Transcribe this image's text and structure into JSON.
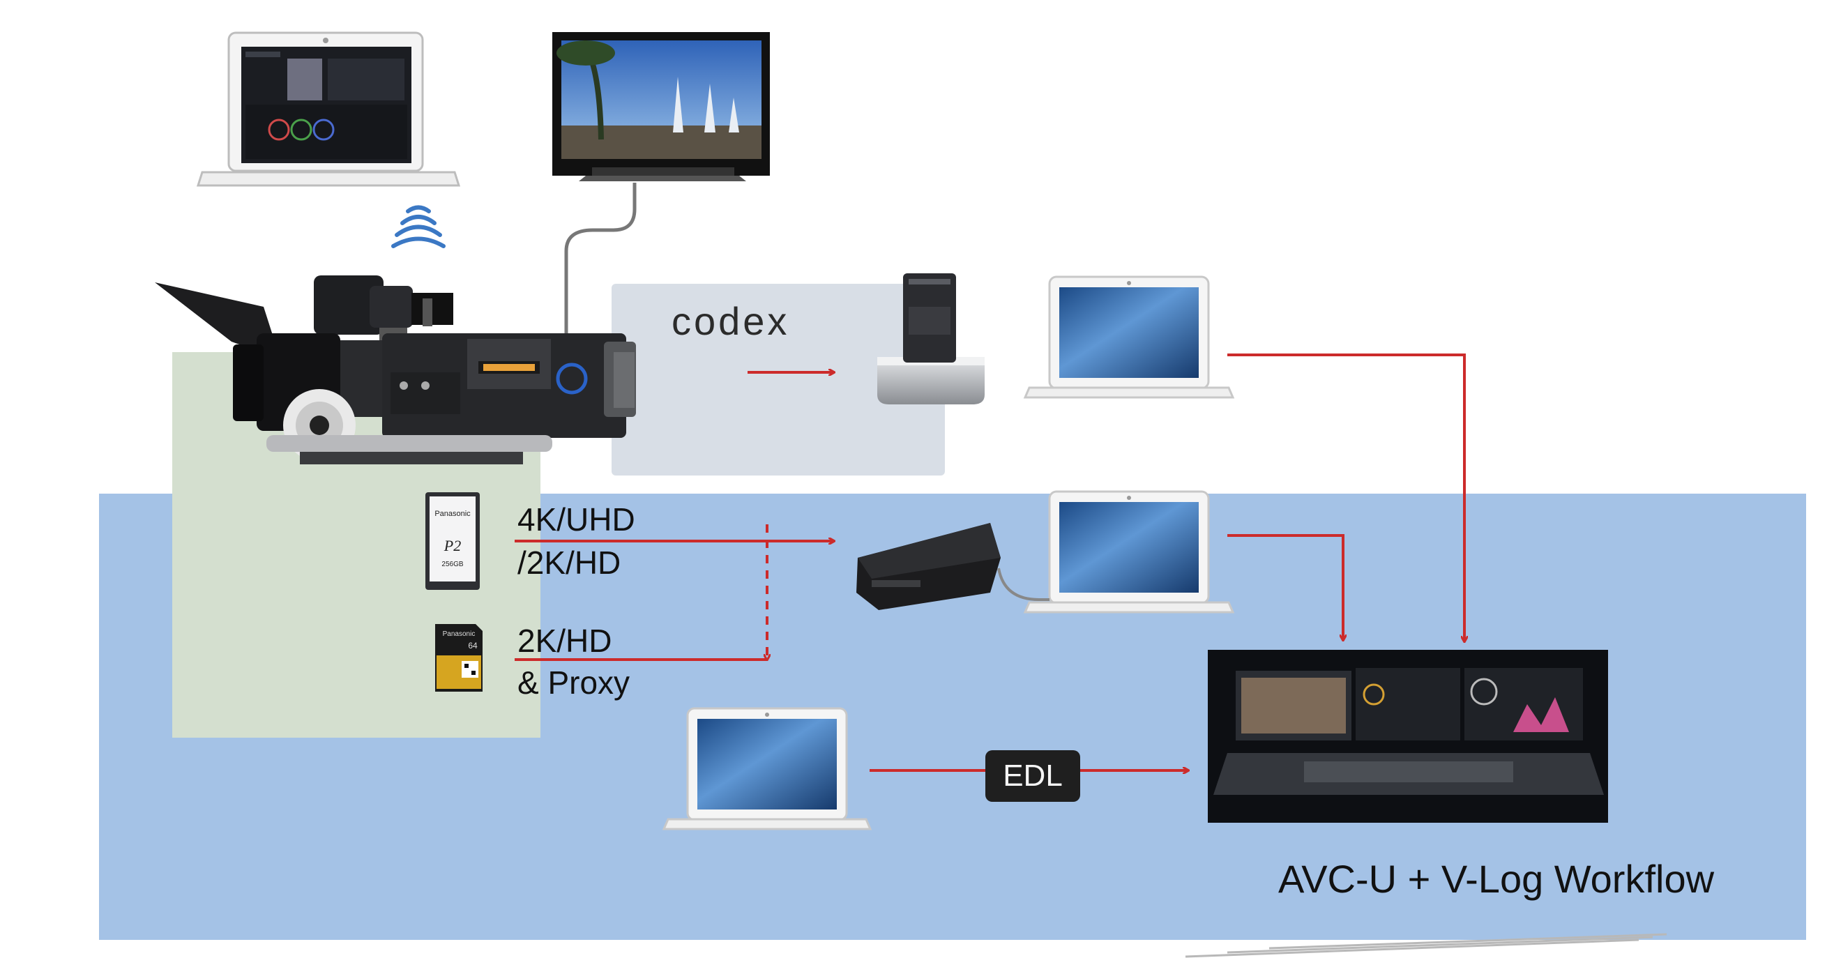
{
  "codex_logo": "codex",
  "labels": {
    "line1a": "4K/UHD",
    "line1b": "/2K/HD",
    "line2a": "2K/HD",
    "line2b": "& Proxy",
    "edl": "EDL"
  },
  "workflow_title": "AVC-U + V-Log Workflow",
  "card_texts": {
    "p2_brand": "Panasonic",
    "p2_size": "256GB",
    "sd_brand": "Panasonic",
    "sd_size": "64"
  },
  "colors": {
    "arrow": "#cc2b2b",
    "band": "#a4c2e6",
    "sage_panel": "#d4dfcf",
    "codex_panel": "#d8dee6"
  },
  "icons": [
    "wifi-icon",
    "laptop-icon",
    "monitor-icon",
    "cinema-camera-icon",
    "codex-dock-icon",
    "p2-card-icon",
    "sd-card-icon",
    "card-reader-icon",
    "grading-suite-icon"
  ]
}
